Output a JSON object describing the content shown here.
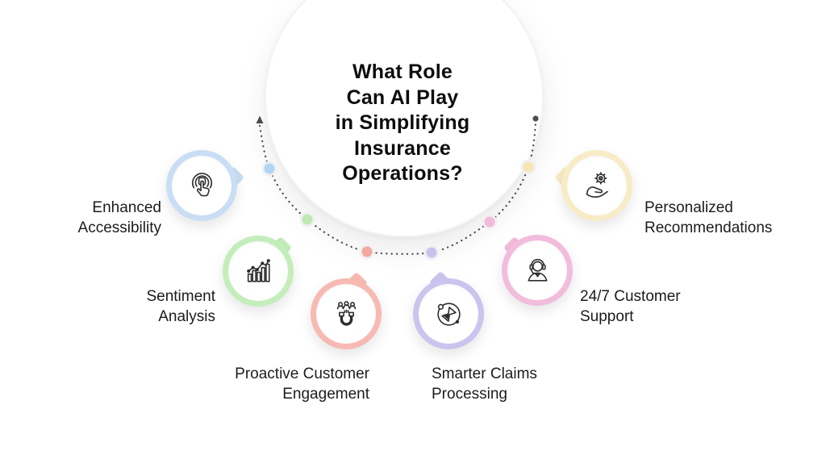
{
  "title": {
    "lines": [
      "What Role",
      "Can AI Play",
      "in Simplifying",
      "Insurance",
      "Operations?"
    ]
  },
  "nodes": [
    {
      "id": "enhanced-accessibility",
      "label_line1": "Enhanced",
      "label_line2": "Accessibility",
      "color": "#c9def4",
      "icon": "tap-icon"
    },
    {
      "id": "sentiment-analysis",
      "label_line1": "Sentiment",
      "label_line2": "Analysis",
      "color": "#c3eeba",
      "icon": "bar-chart-icon"
    },
    {
      "id": "proactive-customer-engagement",
      "label_line1": "Proactive Customer",
      "label_line2": "Engagement",
      "color": "#f7bab2",
      "icon": "magnet-icon"
    },
    {
      "id": "smarter-claims-processing",
      "label_line1": "Smarter Claims",
      "label_line2": "Processing",
      "color": "#cac4ee",
      "icon": "hourglass-icon"
    },
    {
      "id": "24-7-customer-support",
      "label_line1": "24/7 Customer",
      "label_line2": "Support",
      "color": "#f2bcdc",
      "icon": "headset-icon"
    },
    {
      "id": "personalized-recommendations",
      "label_line1": "Personalized",
      "label_line2": "Recommendations",
      "color": "#f8ecc6",
      "icon": "hand-gear-icon"
    }
  ],
  "arc": {
    "stroke_color": "#4d4d4d",
    "dot_colors": [
      "#b2d6f2",
      "#bdeab2",
      "#f2a8a0",
      "#c8c2ee",
      "#f4bada",
      "#f6e6b4"
    ],
    "dot_ring_color": "#f1f1f1"
  },
  "colors": {
    "background": "#ffffff",
    "title_text": "#0d0d0d",
    "label_text": "#1c1c1c",
    "icon_stroke": "#2e2e2e"
  }
}
